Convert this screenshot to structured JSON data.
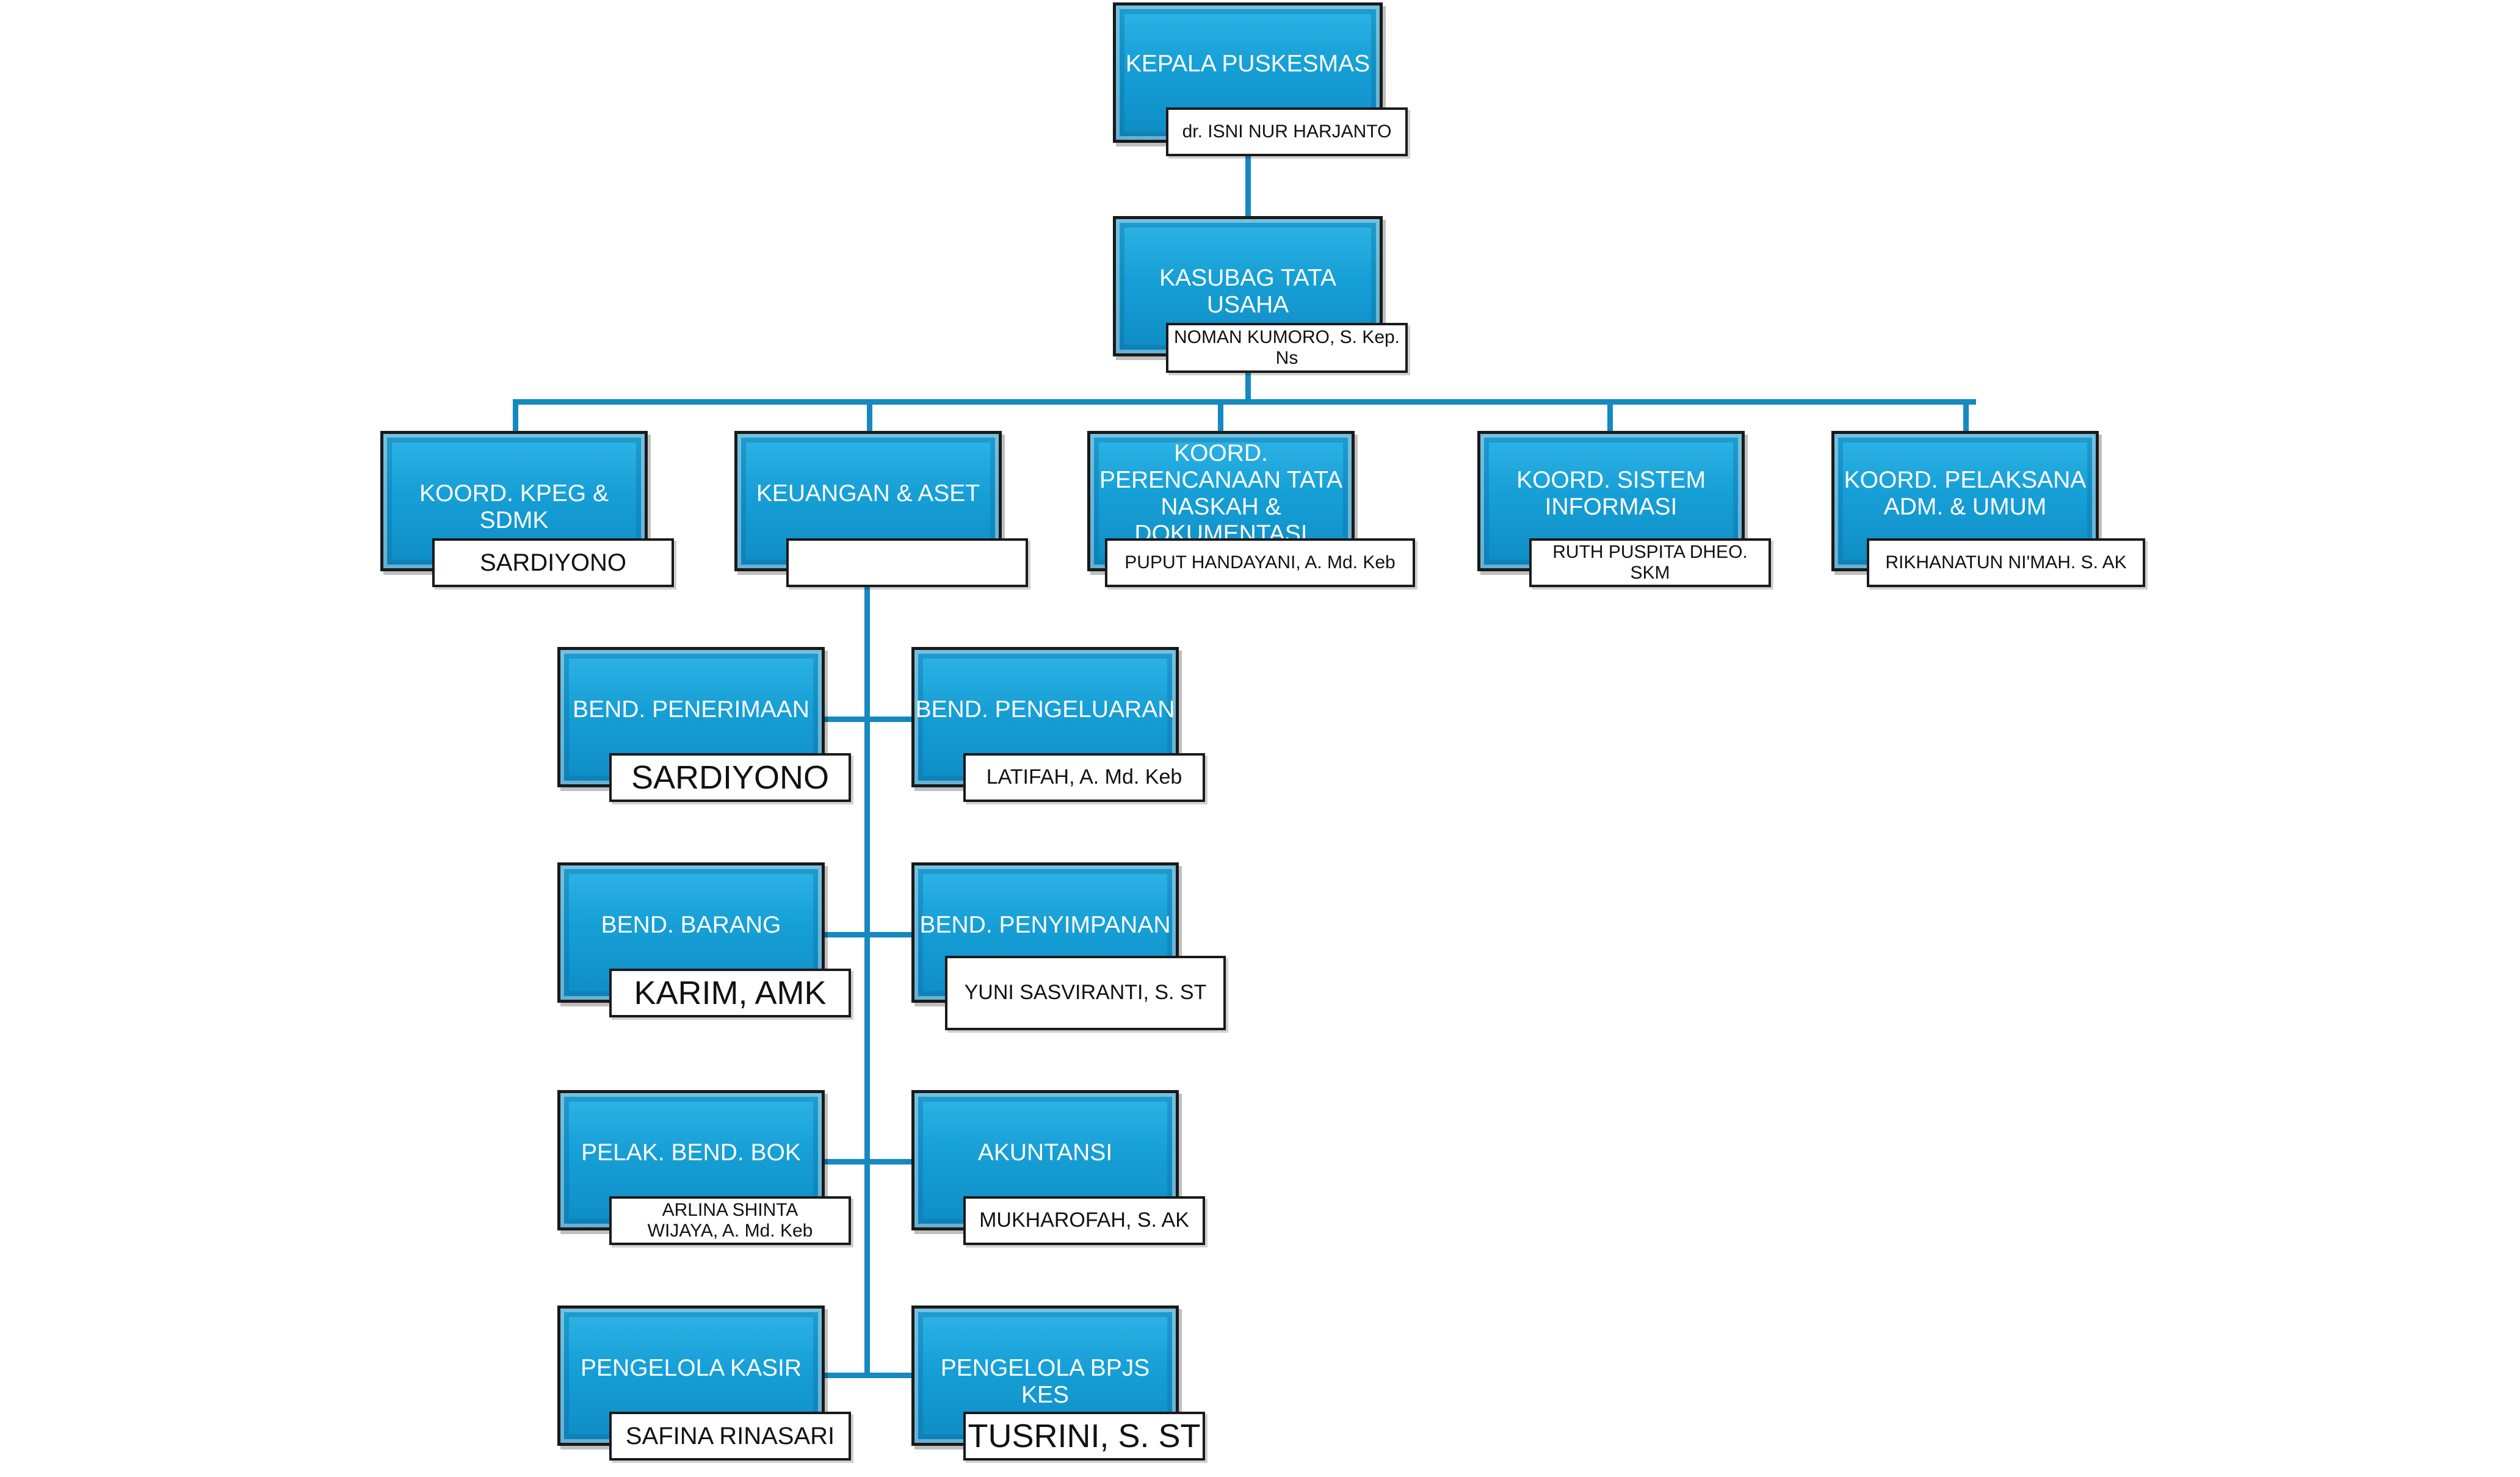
{
  "colors": {
    "box_fill": "#169fd6",
    "connector": "#1589c0",
    "name_box": "#ffffff"
  },
  "head": {
    "title": "KEPALA PUSKESMAS",
    "name": "dr. ISNI NUR HARJANTO"
  },
  "kasubag": {
    "title": "KASUBAG TATA USAHA",
    "name": "NOMAN KUMORO, S. Kep.\nNs"
  },
  "coordinators": [
    {
      "title": "KOORD. KPEG & SDMK",
      "name": "SARDIYONO"
    },
    {
      "title": "KEUANGAN & ASET",
      "name": ""
    },
    {
      "title": "KOORD.\nPERENCANAAN TATA\nNASKAH &\nDOKUMENTASI",
      "name": "PUPUT HANDAYANI, A. Md. Keb"
    },
    {
      "title": "KOORD. SISTEM\nINFORMASI",
      "name": "RUTH PUSPITA DHEO. SKM"
    },
    {
      "title": "KOORD. PELAKSANA\nADM. & UMUM",
      "name": "RIKHANATUN NI'MAH. S. AK"
    }
  ],
  "finance_units": [
    {
      "title": "BEND. PENERIMAAN",
      "name": "SARDIYONO"
    },
    {
      "title": "BEND. PENGELUARAN",
      "name": "LATIFAH, A. Md. Keb"
    },
    {
      "title": "BEND. BARANG",
      "name": "KARIM, AMK"
    },
    {
      "title": "BEND. PENYIMPANAN",
      "name": "YUNI SASVIRANTI, S. ST"
    },
    {
      "title": "PELAK. BEND. BOK",
      "name": "ARLINA SHINTA\nWIJAYA, A. Md. Keb"
    },
    {
      "title": "AKUNTANSI",
      "name": "MUKHAROFAH, S. AK"
    },
    {
      "title": "PENGELOLA KASIR",
      "name": "SAFINA RINASARI"
    },
    {
      "title": "PENGELOLA BPJS KES",
      "name": "TUSRINI, S. ST"
    }
  ]
}
